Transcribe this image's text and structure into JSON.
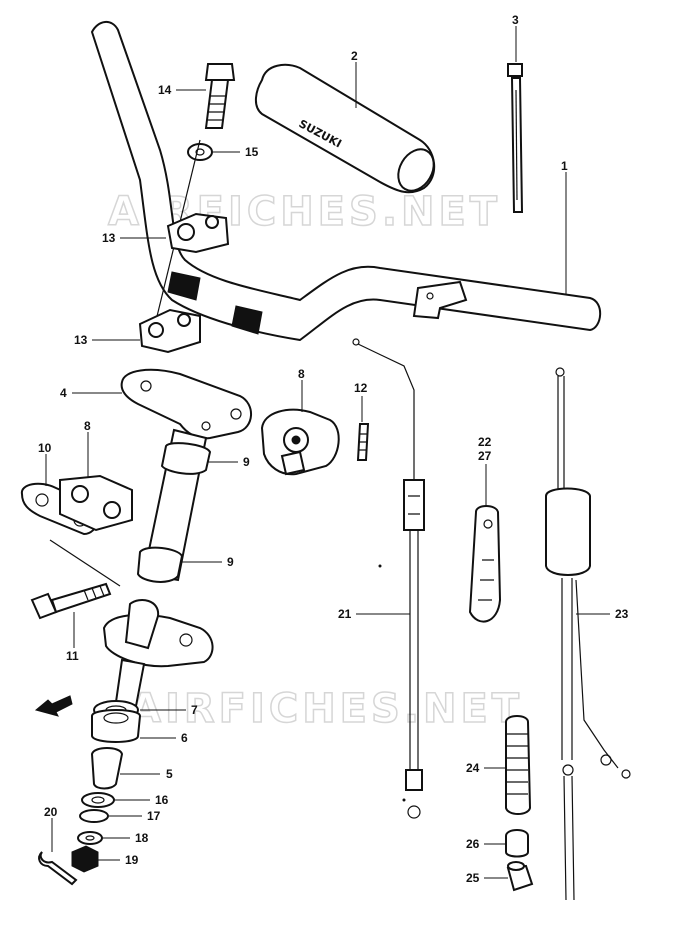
{
  "watermark": "AIRFICHES.NET",
  "grip_brand": "SUZUKI",
  "callouts": {
    "p1": "1",
    "p2": "2",
    "p3": "3",
    "p4": "4",
    "p5": "5",
    "p6": "6",
    "p7": "7",
    "p8a": "8",
    "p8b": "8",
    "p9a": "9",
    "p9b": "9",
    "p10": "10",
    "p11": "11",
    "p12": "12",
    "p13a": "13",
    "p13b": "13",
    "p14": "14",
    "p15": "15",
    "p16": "16",
    "p17": "17",
    "p18": "18",
    "p19": "19",
    "p20": "20",
    "p21": "21",
    "p22": "22",
    "p23": "23",
    "p24": "24",
    "p25": "25",
    "p26": "26",
    "p27": "27"
  }
}
